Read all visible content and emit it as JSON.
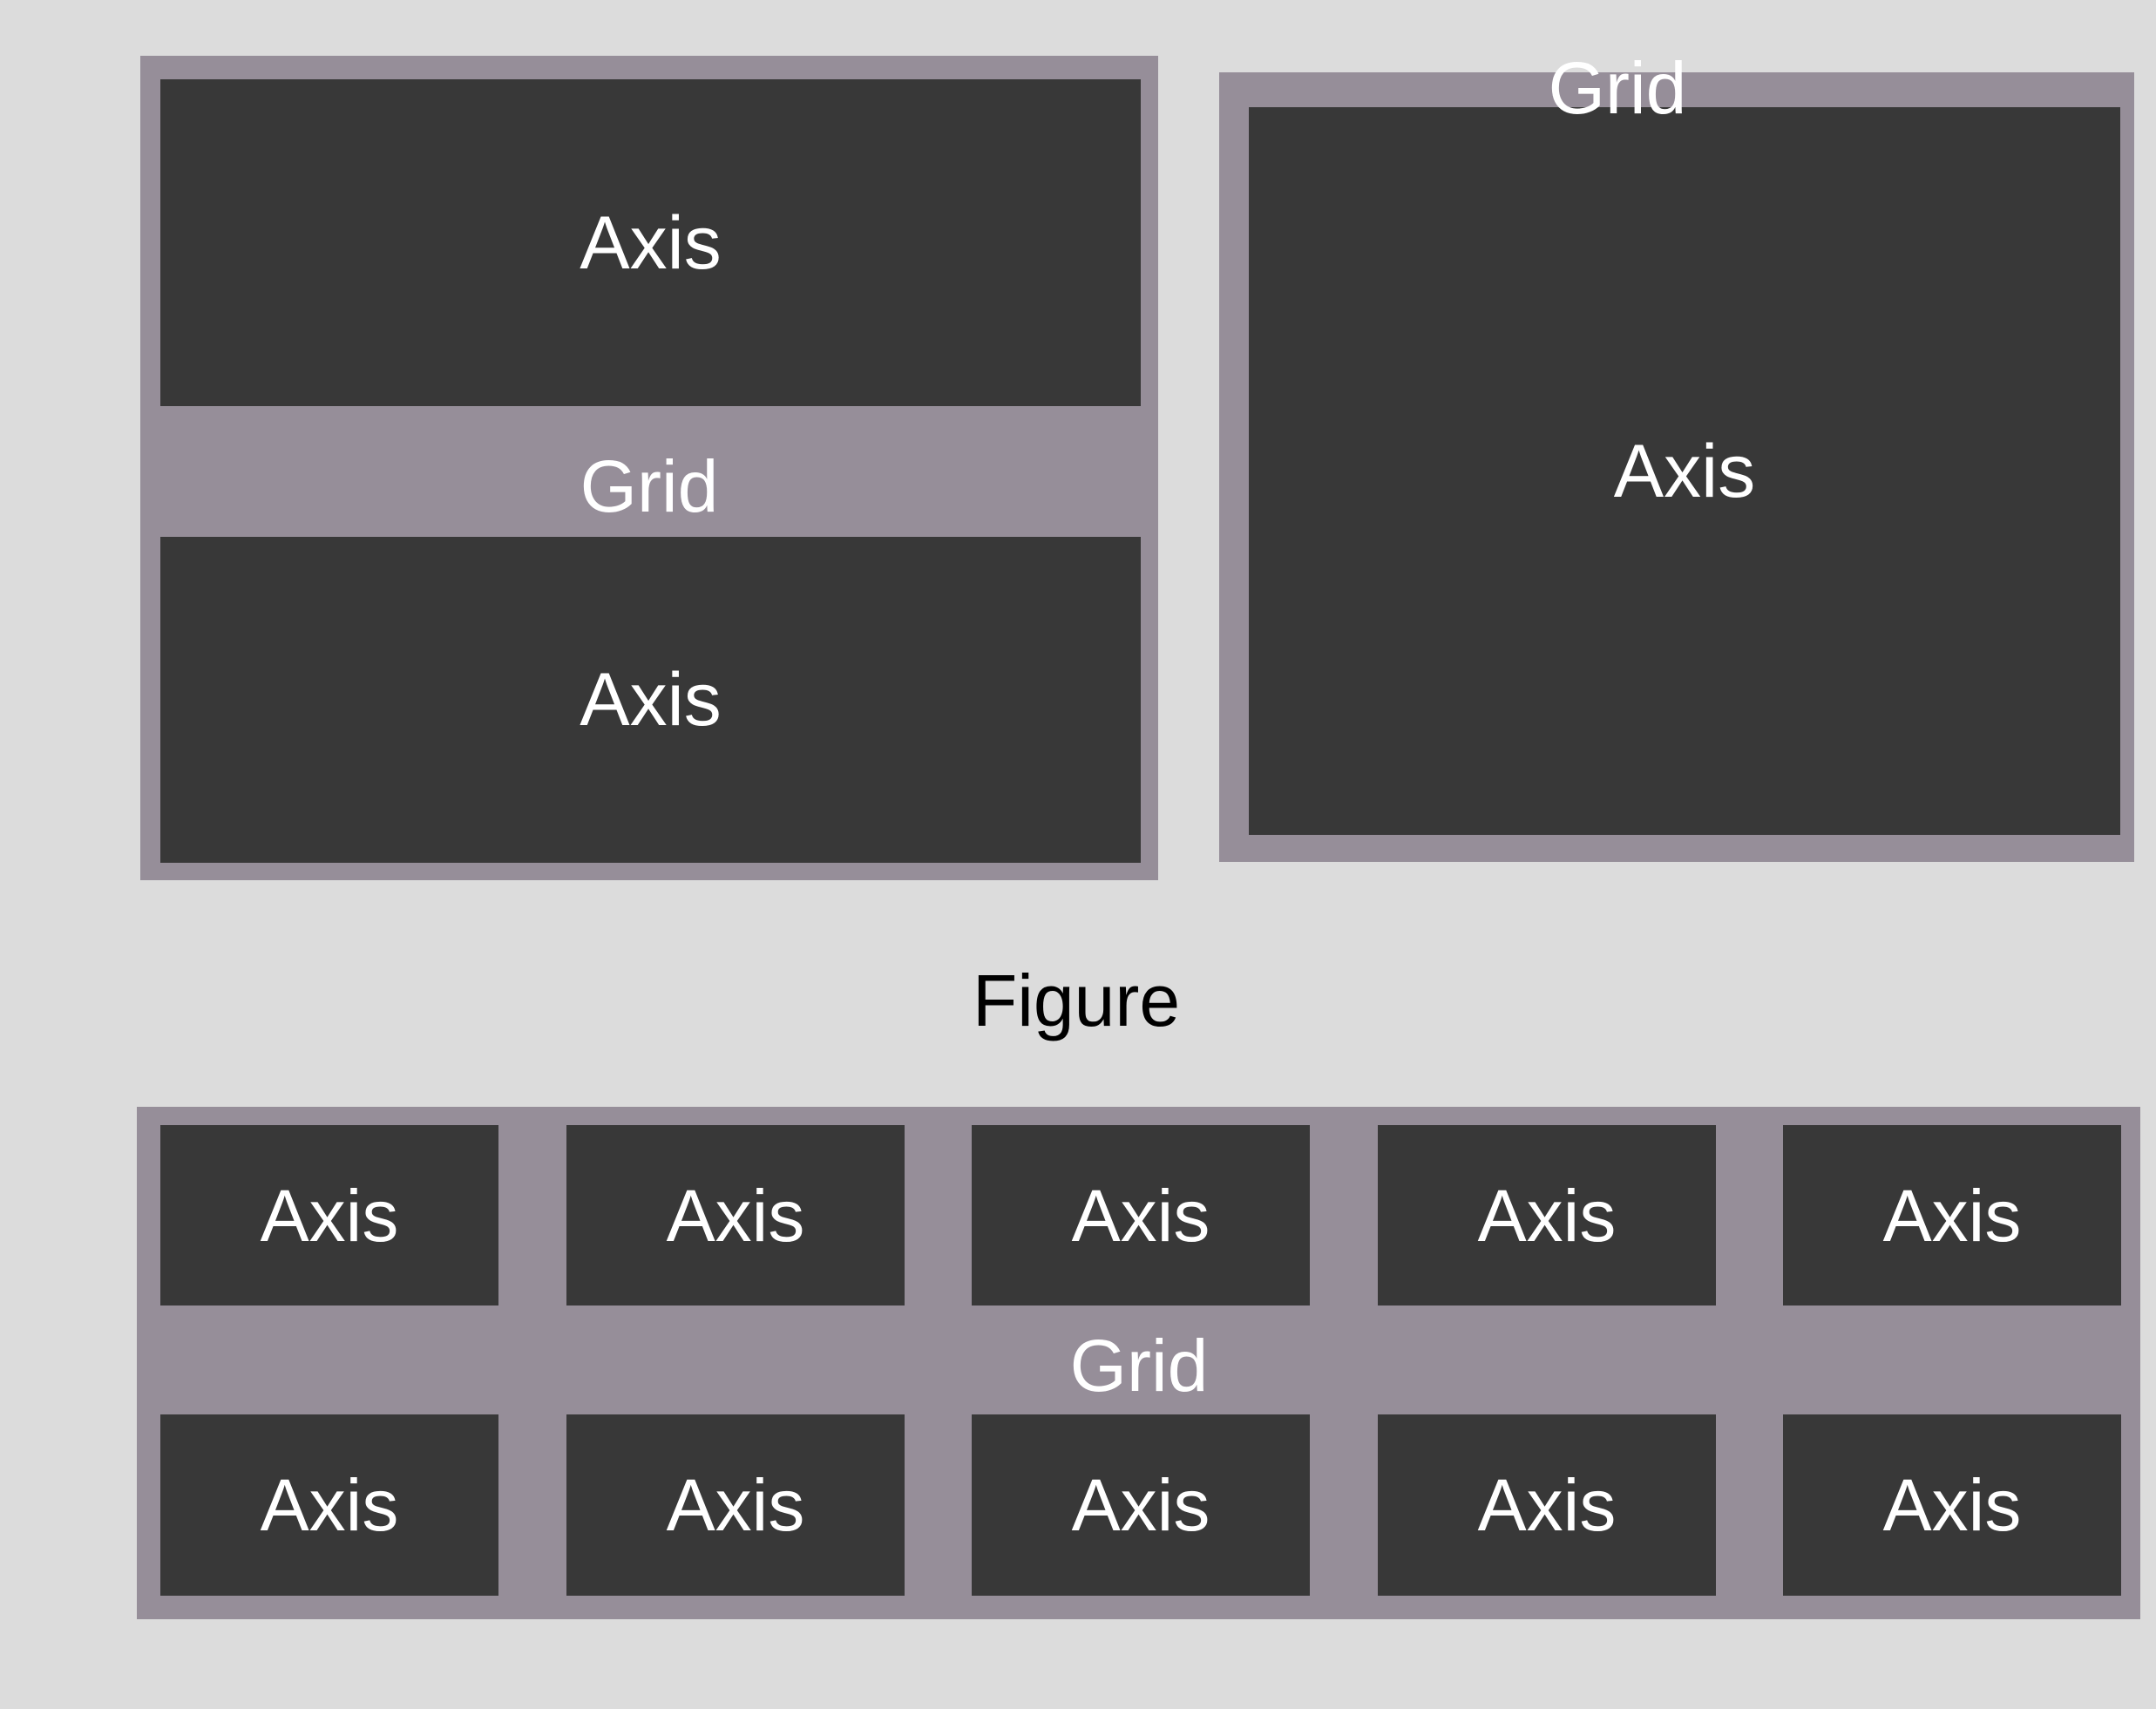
{
  "figure": {
    "label": "Figure",
    "background": "#dcdcdc"
  },
  "colors": {
    "grid": "#968e99",
    "axis": "#383838",
    "axis_text": "#ffffff",
    "figure_text": "#000000"
  },
  "grids": [
    {
      "label": "Grid",
      "axes": [
        "Axis",
        "Axis"
      ]
    },
    {
      "label": "Grid",
      "axes": [
        "Axis"
      ]
    },
    {
      "label": "Grid",
      "axes": [
        "Axis",
        "Axis",
        "Axis",
        "Axis",
        "Axis",
        "Axis",
        "Axis",
        "Axis",
        "Axis",
        "Axis"
      ]
    }
  ]
}
